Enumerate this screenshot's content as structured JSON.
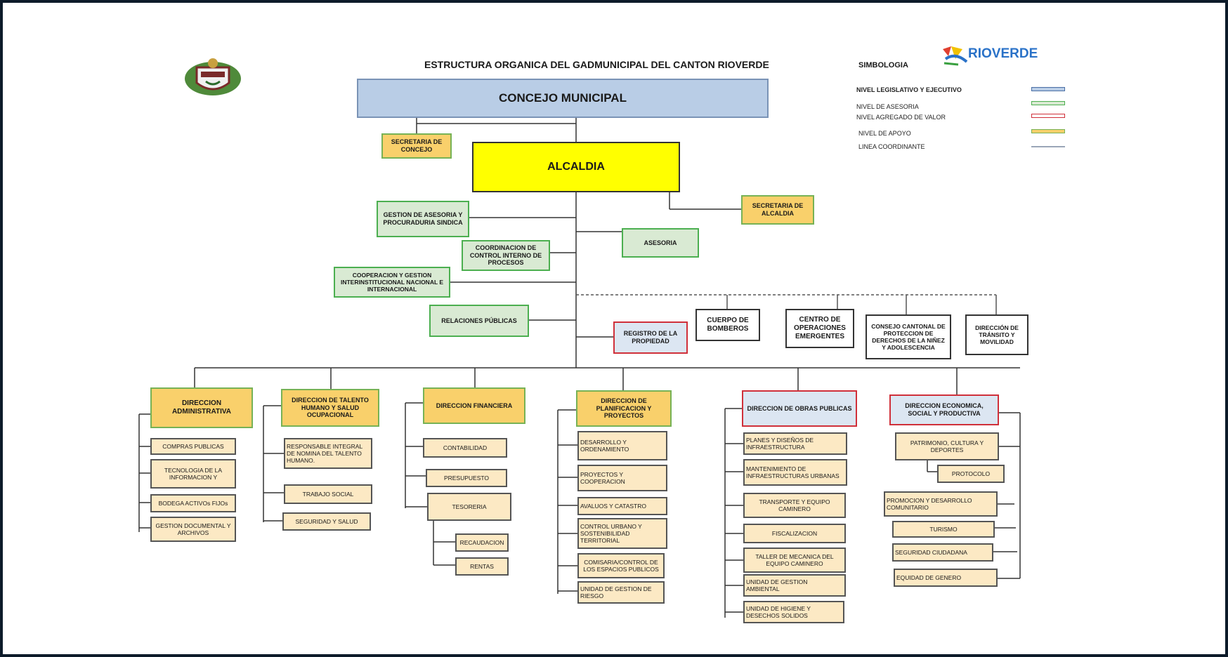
{
  "page_title": "ESTRUCTURA ORGANICA DEL GADMUNICIPAL DEL CANTON RIOVERDE",
  "logo_text": "RIOVERDE",
  "legend": {
    "title": "SIMBOLOGIA",
    "items": [
      {
        "label": "NIVEL LEGISLATIVO Y EJECUTIVO",
        "color": "#b9cde6",
        "border": "#4a6fa5"
      },
      {
        "label": "NIVEL DE ASESORIA",
        "color": "#d9ead3",
        "border": "#4caf50"
      },
      {
        "label": "NIVEL AGREGADO DE VALOR",
        "color": "#ffffff",
        "border": "#d0303a"
      },
      {
        "label": "NIVEL  DE APOYO",
        "color": "#f9d06b",
        "border": "#77b255"
      },
      {
        "label": "LINEA COORDINANTE",
        "color": "#9aa6b8",
        "border": "#9aa6b8"
      }
    ]
  },
  "top": {
    "concejo": "CONCEJO MUNICIPAL",
    "secretaria_concejo": "SECRETARIA DE CONCEJO",
    "alcaldia": "ALCALDIA",
    "secretaria_alcaldia": "SECRETARIA DE ALCALDIA"
  },
  "advisory": {
    "gestion_asesoria": "GESTION DE ASESORIA Y PROCURADURIA SINDICA",
    "asesoria": "ASESORIA",
    "control_interno": "COORDINACION DE CONTROL INTERNO DE PROCESOS",
    "cooperacion": "COOPERACION Y GESTION INTERINSTITUCIONAL NACIONAL E INTERNACIONAL",
    "relaciones": "RELACIONES PÚBLICAS",
    "registro": "REGISTRO DE LA PROPIEDAD"
  },
  "coordinated": {
    "bomberos": "CUERPO DE BOMBEROS",
    "centro_operaciones": "CENTRO DE OPERACIONES EMERGENTES",
    "consejo_cantonal": "CONSEJO CANTONAL DE PROTECCION DE DERECHOS DE LA NIÑEZ Y ADOLESCENCIA",
    "transito": "DIRECCIÓN DE TRÁNSITO Y MOVILIDAD"
  },
  "directions": {
    "administrativa": {
      "title": "DIRECCION ADMINISTRATIVA",
      "units": [
        "COMPRAS PUBLICAS",
        "TECNOLOGIA DE LA INFORMACION Y",
        "BODEGA ACTIVOs FIJOs",
        "GESTION DOCUMENTAL Y ARCHIVOS"
      ]
    },
    "talento": {
      "title": "DIRECCION DE TALENTO HUMANO Y SALUD OCUPACIONAL",
      "units": [
        "RESPONSABLE INTEGRAL DE  NOMINA DEL TALENTO HUMANO.",
        "TRABAJO SOCIAL",
        "SEGURIDAD Y SALUD"
      ]
    },
    "financiera": {
      "title": "DIRECCION FINANCIERA",
      "units": [
        "CONTABILIDAD",
        "PRESUPUESTO",
        "TESORERIA"
      ],
      "subunits": [
        "RECAUDACION",
        "RENTAS"
      ]
    },
    "planificacion": {
      "title": "DIRECCION DE PLANIFICACION Y PROYECTOS",
      "units": [
        "DESARROLLO Y ORDENAMIENTO",
        "PROYECTOS Y COOPERACION",
        "AVALUOS Y CATASTRO",
        "CONTROL URBANO Y SOSTENIBILIDAD TERRITORIAL",
        "COMISARIA/CONTROL DE LOS ESPACIOS PUBLICOS",
        "UNIDAD DE GESTION DE RIESGO"
      ]
    },
    "obras": {
      "title": "DIRECCION DE OBRAS PUBLICAS",
      "units": [
        "PLANES Y DISEÑOS DE INFRAESTRUCTURA",
        "MANTENIMIENTO DE INFRAESTRUCTURAS URBANAS",
        "TRANSPORTE Y EQUIPO CAMINERO",
        "FISCALIZACION",
        "TALLER DE MECANICA DEL EQUIPO CAMINERO",
        "UNIDAD DE GESTION AMBIENTAL",
        "UNIDAD DE HIGIENE Y DESECHOS SOLIDOS"
      ]
    },
    "economica": {
      "title": "DIRECCION ECONOMICA, SOCIAL Y  PRODUCTIVA",
      "units": [
        "PATRIMONIO, CULTURA Y DEPORTES",
        "PROTOCOLO",
        "PROMOCION Y DESARROLLO COMUNITARIO",
        "TURISMO",
        "SEGURIDAD CIUDADANA",
        "EQUIDAD DE GENERO"
      ]
    }
  }
}
